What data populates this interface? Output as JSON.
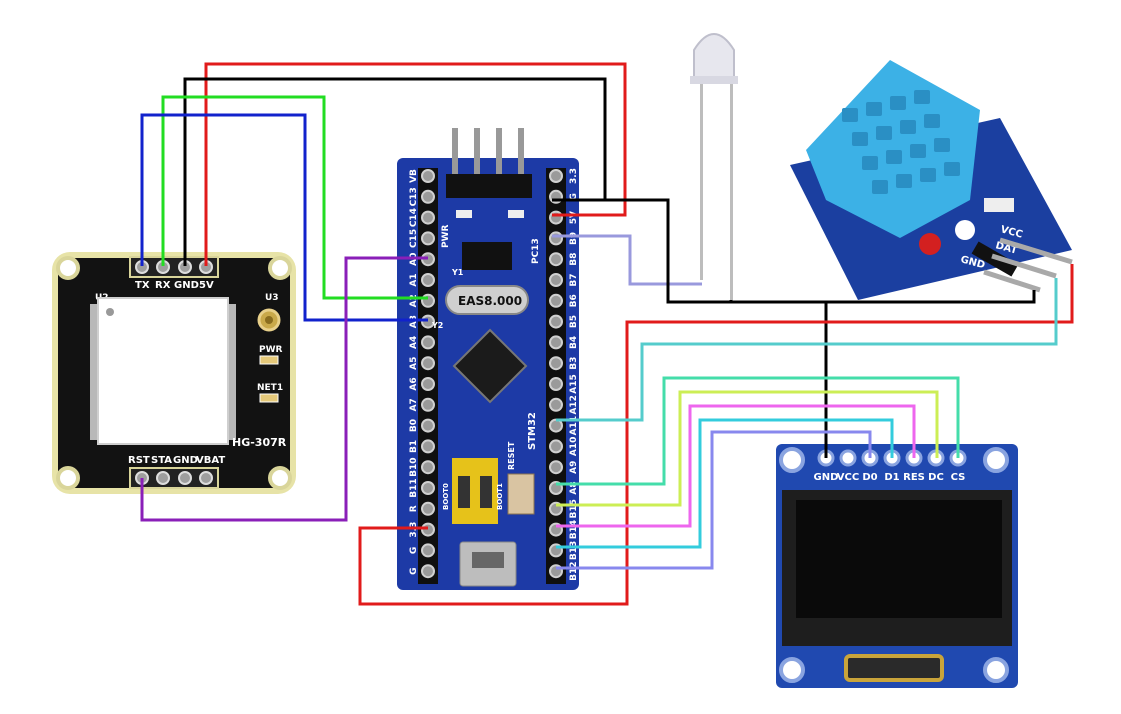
{
  "modules": {
    "wifi": {
      "name": "HG-307R",
      "top_pins": [
        "TX",
        "RX",
        "GND",
        "5V"
      ],
      "bottom_pins": [
        "RST",
        "STA",
        "GND",
        "VBAT"
      ],
      "labels": {
        "u2": "U2",
        "u3": "U3",
        "pwr": "PWR",
        "net": "NET1"
      }
    },
    "stm32": {
      "chip_label": "STM32",
      "crystal": "EAS8.000",
      "left_pins": [
        "VB",
        "C13",
        "C14",
        "C15",
        "A0",
        "A1",
        "A2",
        "A3",
        "A4",
        "A5",
        "A6",
        "A7",
        "B0",
        "B1",
        "B10",
        "B11",
        "R",
        "3.3",
        "G",
        "G"
      ],
      "right_pins": [
        "3.3",
        "G",
        "5V",
        "B9",
        "B8",
        "B7",
        "B6",
        "B5",
        "B4",
        "B3",
        "A15",
        "A12",
        "A11",
        "A10",
        "A9",
        "A8",
        "B15",
        "B14",
        "B13",
        "B12"
      ],
      "labels": {
        "pwr": "PWR",
        "pc13": "PC13",
        "boot0": "BOOT0",
        "boot1": "BOOT1",
        "reset": "RESET",
        "y1": "Y1",
        "y2": "Y2"
      }
    },
    "oled": {
      "pins": [
        "GND",
        "VCC",
        "D0",
        "D1",
        "RES",
        "DC",
        "CS"
      ]
    },
    "dht11": {
      "pins": [
        "VCC",
        "DAT",
        "GND"
      ]
    }
  },
  "colors": {
    "red": "#e11b1b",
    "black": "#000000",
    "green": "#22dd22",
    "blue": "#1122cc",
    "purple": "#8a1fb8",
    "lavender": "#9999dd",
    "cyan": "#55cccc",
    "teal": "#44ddaa",
    "yellowgreen": "#ccee55",
    "pink": "#ee66ee",
    "sky": "#33ccdd",
    "periwinkle": "#8888ee"
  }
}
